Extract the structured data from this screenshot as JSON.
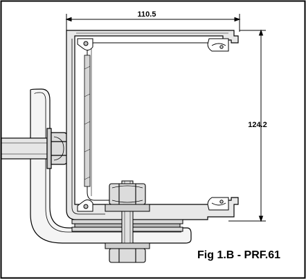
{
  "drawing": {
    "dimensions": {
      "width_label": "110.5",
      "height_label": "124.2"
    },
    "caption": "Fig 1.B - PRF.61",
    "colors": {
      "line": "#000000",
      "fill_light": "#e8e8e8",
      "fill_mid": "#c8c8c8",
      "fill_dark": "#8a8a8a",
      "background": "#ffffff"
    }
  }
}
